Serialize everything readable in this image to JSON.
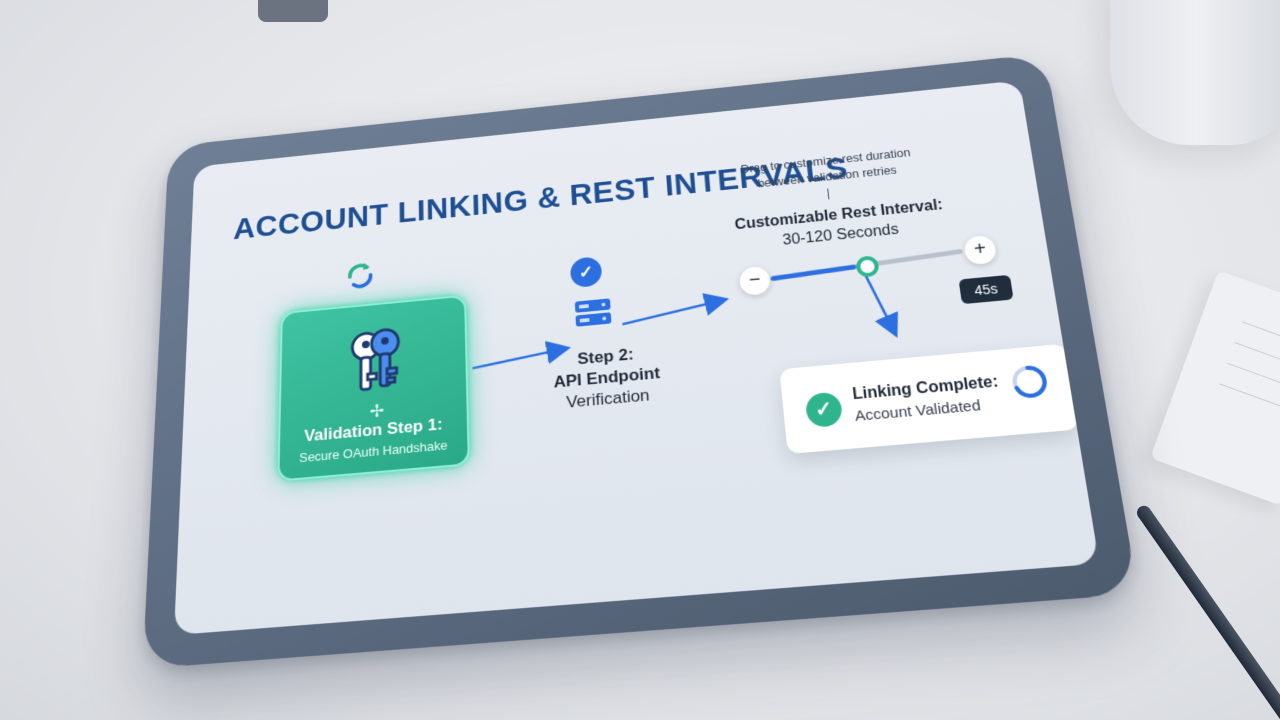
{
  "title": "ACCOUNT LINKING & REST INTERVALS",
  "step1": {
    "title": "Validation Step 1:",
    "subtitle": "Secure OAuth Handshake"
  },
  "step2": {
    "line1": "Step 2:",
    "line2": "API Endpoint",
    "line3": "Verification"
  },
  "slider": {
    "hint": "Drag to customize rest duration between validation retries",
    "label": "Customizable Rest Interval:",
    "range_text": "30-120 Seconds",
    "minus": "−",
    "plus": "+",
    "value_label": "45s",
    "value": 45,
    "min": 30,
    "max": 120
  },
  "result": {
    "title": "Linking Complete:",
    "subtitle": "Account Validated"
  },
  "colors": {
    "accent_blue": "#2b6fe0",
    "teal": "#2fb58e",
    "title_blue": "#1f4f93"
  },
  "icons": {
    "refresh": "refresh-icon",
    "keys": "keys-icon",
    "server": "server-icon",
    "check": "check-icon",
    "progress": "progress-ring-icon"
  }
}
